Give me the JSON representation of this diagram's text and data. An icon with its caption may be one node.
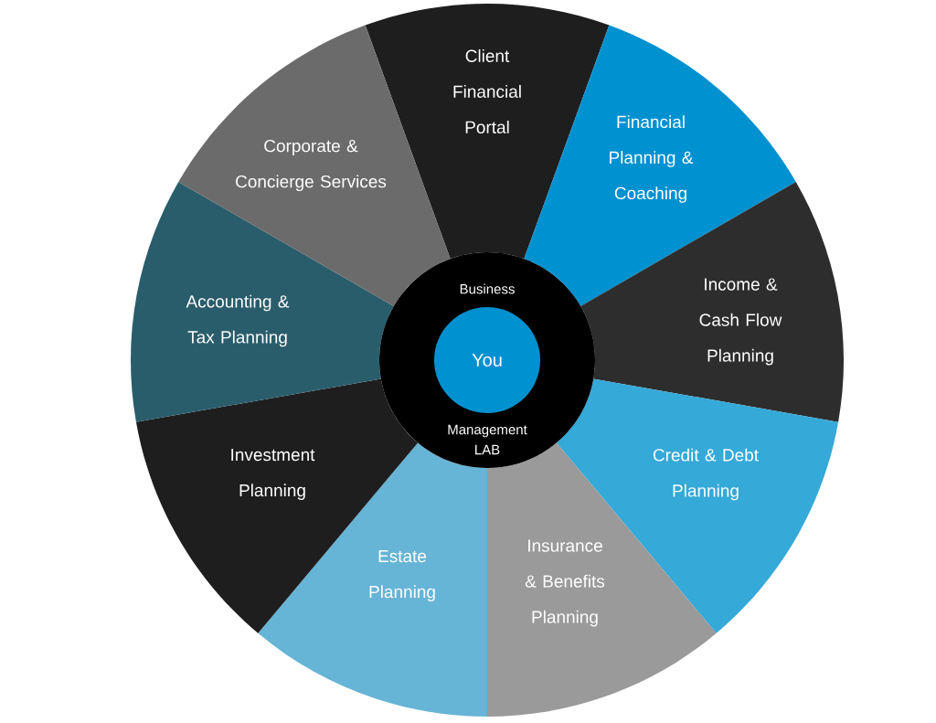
{
  "diagram": {
    "nodes": [
      {
        "text": [
          "Client Financial Portal"
        ]
      },
      {
        "text": [
          "Financial Planning & Coaching"
        ]
      },
      {
        "text": [
          "Income & Cash Flow Planning"
        ]
      },
      {
        "text": [
          "Credit & Debt Planning"
        ]
      },
      {
        "text": [
          "Insurance & Benefits Planning"
        ]
      },
      {
        "text": [
          "Estate Planning"
        ]
      },
      {
        "text": [
          "Investment Planning"
        ]
      },
      {
        "text": [
          "Accounting & Tax Planning"
        ]
      },
      {
        "text": [
          "Corporate & Concierge Services"
        ]
      },
      {
        "text": [
          "Business",
          "Management LAB"
        ]
      },
      {
        "text": [
          "You"
        ],
        "in": 9
      }
    ]
  }
}
